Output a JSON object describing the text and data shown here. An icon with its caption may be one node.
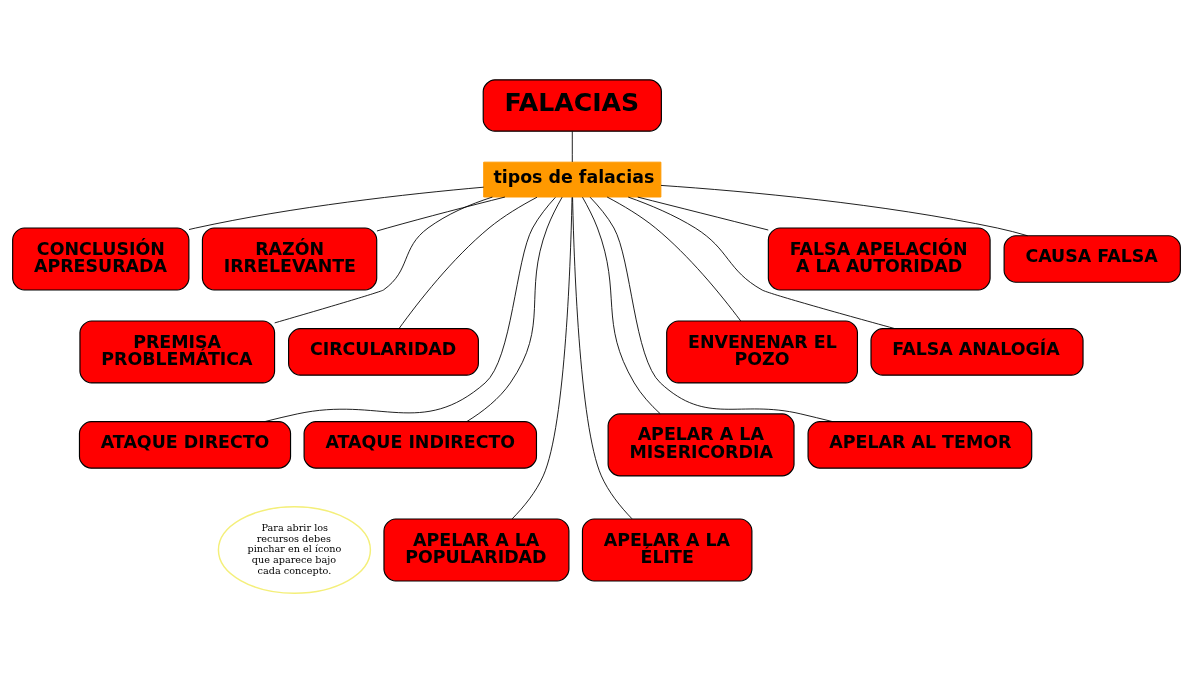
{
  "diagram": {
    "nodes": [
      {
        "text": [
          "FALACIAS"
        ]
      },
      {
        "text": [
          "tipos de falacias"
        ]
      },
      {
        "text": [
          "CONCLUSIÓN APRESURADA"
        ]
      },
      {
        "text": [
          "CAUSA FALSA"
        ]
      },
      {
        "text": [
          "RAZÓN IRRELEVANTE"
        ]
      },
      {
        "text": [
          "FALSA APELACIÓN A LA AUTORIDAD"
        ]
      },
      {
        "text": [
          "FALSA ANALOGÍA"
        ]
      },
      {
        "text": [
          "PREMISA PROBLEMÁTICA"
        ]
      },
      {
        "text": [
          "ENVENENAR EL POZO"
        ]
      },
      {
        "text": [
          "CIRCULARIDAD"
        ]
      },
      {
        "text": [
          "APELAR AL TEMOR"
        ]
      },
      {
        "text": [
          "ATAQUE DIRECTO"
        ]
      },
      {
        "text": [
          "Para abrir los recursos debes pinchar en el ícono que aparece bajo cada concepto."
        ]
      },
      {
        "text": [
          "ATAQUE INDIRECTO"
        ]
      },
      {
        "text": [
          "APELAR A LA MISERICORDIA"
        ]
      },
      {
        "text": [
          "APELAR A LA POPULARIDAD"
        ]
      },
      {
        "text": [
          "APELAR A LA ÉLITE"
        ]
      }
    ],
    "edges": [
      {
        "from": 0,
        "to": 1,
        "arrow": "none"
      },
      {
        "from": 1,
        "to": 2,
        "arrow": "none"
      },
      {
        "from": 1,
        "to": 4,
        "arrow": "none"
      },
      {
        "from": 1,
        "to": 7,
        "arrow": "none"
      },
      {
        "from": 1,
        "to": 9,
        "arrow": "none"
      },
      {
        "from": 1,
        "to": 11,
        "arrow": "none"
      },
      {
        "from": 1,
        "to": 13,
        "arrow": "none"
      },
      {
        "from": 1,
        "to": 15,
        "arrow": "none"
      },
      {
        "from": 1,
        "to": 16,
        "arrow": "none"
      },
      {
        "from": 1,
        "to": 14,
        "arrow": "none"
      },
      {
        "from": 1,
        "to": 10,
        "arrow": "none"
      },
      {
        "from": 1,
        "to": 8,
        "arrow": "none"
      },
      {
        "from": 1,
        "to": 6,
        "arrow": "none"
      },
      {
        "from": 1,
        "to": 5,
        "arrow": "none"
      },
      {
        "from": 1,
        "to": 3,
        "arrow": "none"
      }
    ]
  }
}
